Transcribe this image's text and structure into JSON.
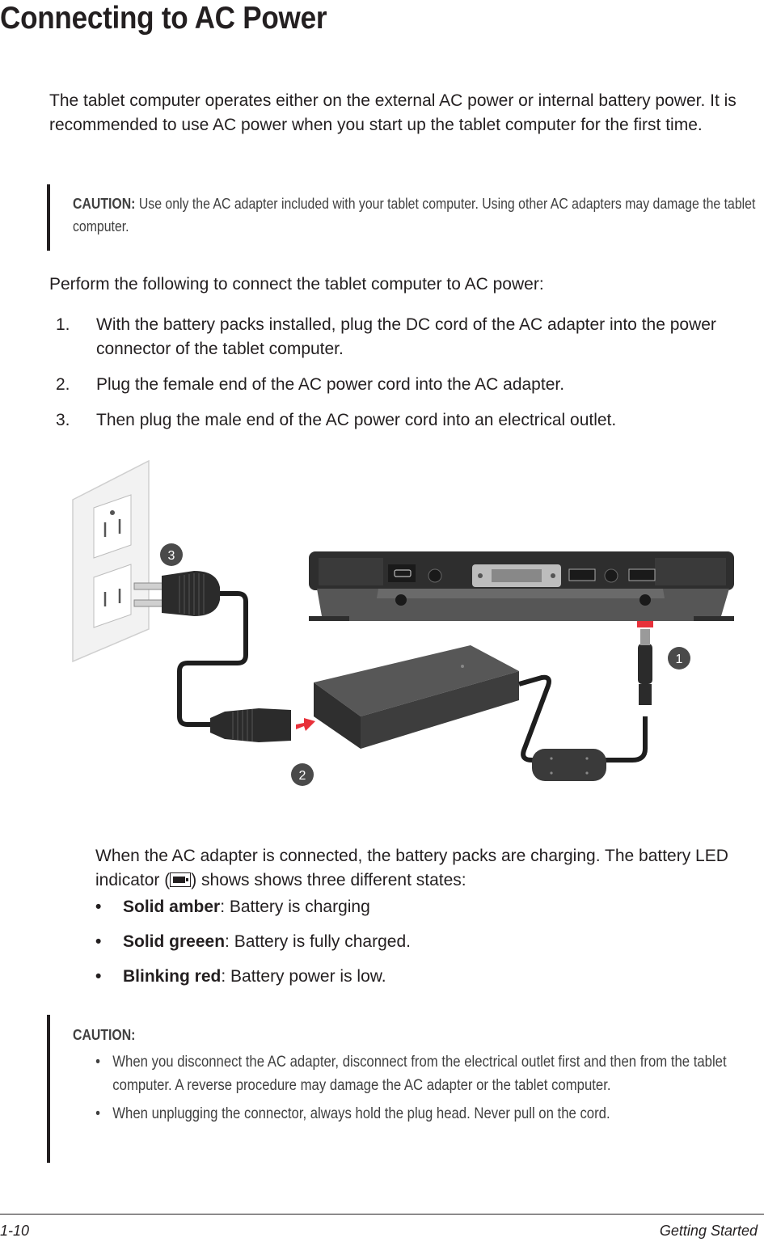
{
  "title": "Connecting to AC Power",
  "intro": "The tablet computer operates either on the external AC power or internal battery power. It is recommended to use AC power when you start up the tablet computer for the first time.",
  "caution1": {
    "label": "CAUTION:",
    "text": " Use only the AC adapter included with your tablet computer. Using other AC adapters may damage the tablet computer."
  },
  "perform": "Perform the following to connect the tablet computer to AC power:",
  "steps": [
    {
      "num": "1.",
      "text": "With the battery packs installed, plug the DC cord of the AC adapter into the power connector of the tablet computer."
    },
    {
      "num": "2.",
      "text": "Plug the female end of the AC power cord into the AC adapter."
    },
    {
      "num": "3.",
      "text": "Then plug the male end of the AC power cord into an electrical outlet."
    }
  ],
  "figure": {
    "callouts": [
      "1",
      "2",
      "3"
    ],
    "colors": {
      "callout": "#4a4a4a",
      "arrow": "#e8313a",
      "adapter": "#3a3a3a",
      "tablet": "#2e2e2e"
    }
  },
  "after": {
    "before_icon": "When the AC adapter is connected, the battery packs are charging. The battery LED indicator (",
    "icon": "battery-led-icon",
    "after_icon": ") shows shows three different states:"
  },
  "bullets": [
    {
      "mark": "•",
      "bold": "Solid amber",
      "text": ": Battery is charging"
    },
    {
      "mark": "•",
      "bold": "Solid greeen",
      "text": ": Battery is fully charged."
    },
    {
      "mark": "•",
      "bold": "Blinking red",
      "text": ": Battery power is low."
    }
  ],
  "caution2": {
    "label": "CAUTION:",
    "items": [
      {
        "mark": "•",
        "text": "When you disconnect the AC adapter, disconnect from the electrical outlet first and then from the tablet computer. A reverse procedure may damage the AC adapter or the tablet computer."
      },
      {
        "mark": "•",
        "text": "When unplugging the connector, always hold the plug head. Never pull on the cord."
      }
    ]
  },
  "footer": {
    "page": "1-10",
    "section": "Getting Started"
  }
}
